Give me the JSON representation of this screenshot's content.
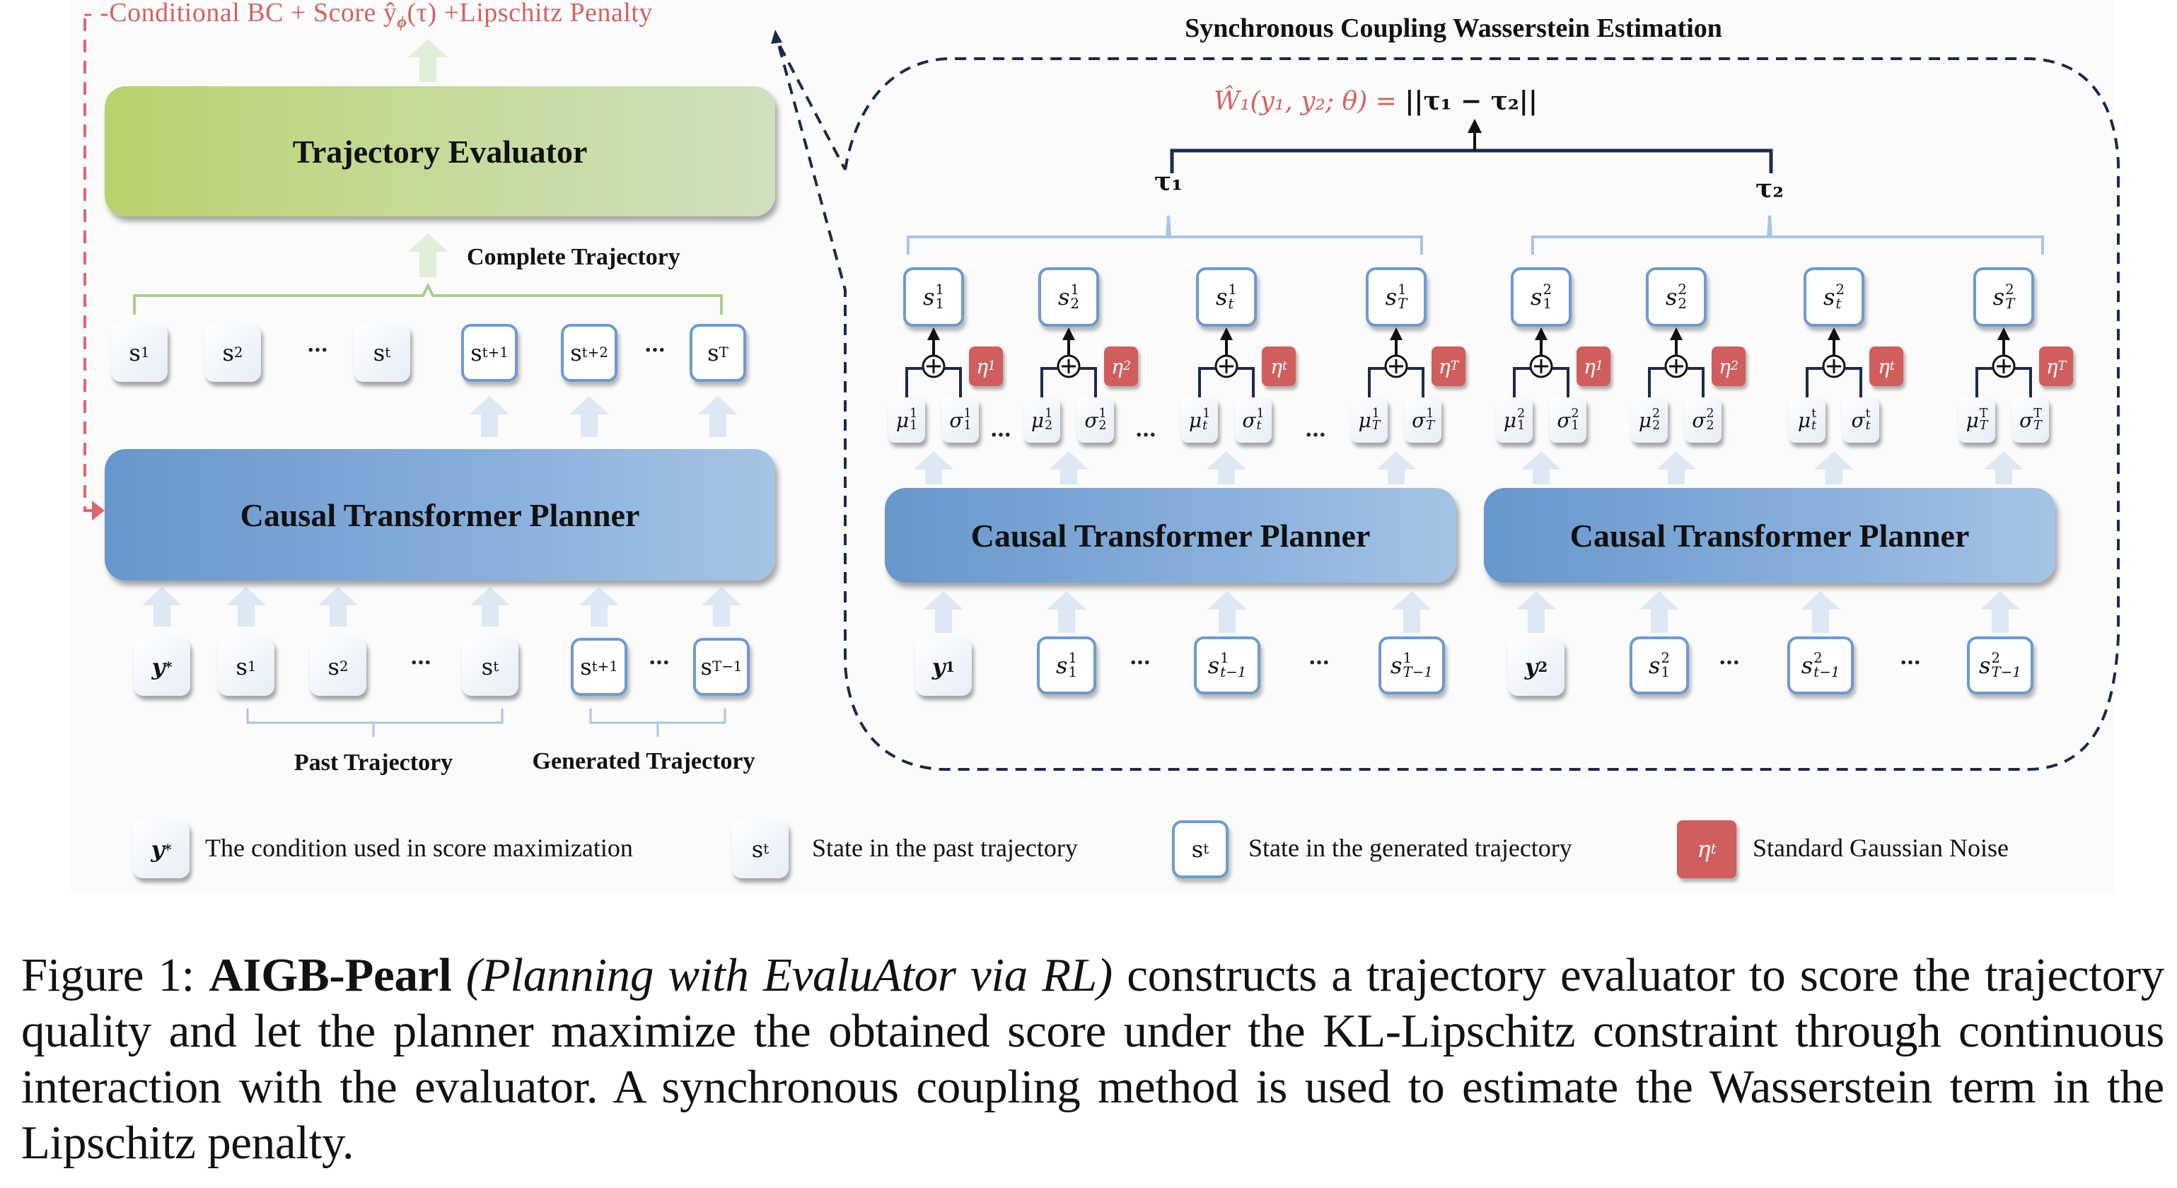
{
  "left_panel": {
    "top_label": "- -Conditional BC + Score ŷ",
    "top_label_sub": "ϕ",
    "top_label_tail": "(τ) +Lipschitz Penalty",
    "evaluator_label": "Trajectory Evaluator",
    "complete_trajectory_label": "Complete Trajectory",
    "planner_label": "Causal Transformer Planner",
    "output_states": [
      {
        "base": "s",
        "sub": "1",
        "kind": "past"
      },
      {
        "base": "s",
        "sub": "2",
        "kind": "past"
      },
      {
        "base": "…",
        "sub": "",
        "kind": "dots"
      },
      {
        "base": "s",
        "sub": "t",
        "kind": "past"
      },
      {
        "base": "s",
        "sub": "t+1",
        "kind": "generated"
      },
      {
        "base": "s",
        "sub": "t+2",
        "kind": "generated"
      },
      {
        "base": "…",
        "sub": "",
        "kind": "dots"
      },
      {
        "base": "s",
        "sub": "T",
        "kind": "generated"
      }
    ],
    "input_states": [
      {
        "base": "y",
        "sup": "*",
        "kind": "condition"
      },
      {
        "base": "s",
        "sub": "1",
        "kind": "past"
      },
      {
        "base": "s",
        "sub": "2",
        "kind": "past"
      },
      {
        "base": "…",
        "kind": "dots"
      },
      {
        "base": "s",
        "sub": "t",
        "kind": "past"
      },
      {
        "base": "s",
        "sub": "t+1",
        "kind": "generated"
      },
      {
        "base": "…",
        "kind": "dots"
      },
      {
        "base": "s",
        "sub": "T−1",
        "kind": "generated"
      }
    ],
    "past_trajectory_label": "Past Trajectory",
    "generated_trajectory_label": "Generated Trajectory"
  },
  "right_panel": {
    "title": "Synchronous Coupling Wasserstein Estimation",
    "formula_lhs": "Ŵ₁(y₁, y₂; θ) =",
    "formula_rhs": "||τ₁ − τ₂||",
    "tau1": "τ₁",
    "tau2": "τ₂",
    "planner_label": "Causal Transformer Planner",
    "trajectories": [
      {
        "outputs": [
          {
            "s": [
              "1",
              "1"
            ],
            "eta": "1",
            "mu": [
              "1",
              "1"
            ],
            "sigma": [
              "1",
              "1"
            ]
          },
          {
            "s": [
              "2",
              "1"
            ],
            "eta": "2",
            "mu": [
              "2",
              "1"
            ],
            "sigma": [
              "2",
              "1"
            ]
          },
          {
            "s": [
              "t",
              "1"
            ],
            "eta": "t",
            "mu": [
              "t",
              "1"
            ],
            "sigma": [
              "t",
              "1"
            ]
          },
          {
            "s": [
              "T",
              "1"
            ],
            "eta": "T",
            "mu": [
              "T",
              "1"
            ],
            "sigma": [
              "T",
              "1"
            ]
          }
        ],
        "condition": {
          "base": "y",
          "sub": "1"
        },
        "inputs": [
          [
            "1",
            "1"
          ],
          [
            "t−1",
            "1"
          ],
          [
            "T−1",
            "1"
          ]
        ],
        "show_dots": true
      },
      {
        "outputs": [
          {
            "s": [
              "1",
              "2"
            ],
            "eta": "1",
            "mu": [
              "1",
              "2"
            ],
            "sigma": [
              "1",
              "2"
            ]
          },
          {
            "s": [
              "2",
              "2"
            ],
            "eta": "2",
            "mu": [
              "2",
              "2"
            ],
            "sigma": [
              "2",
              "2"
            ]
          },
          {
            "s": [
              "t",
              "2"
            ],
            "eta": "t",
            "mu": [
              "t",
              "t"
            ],
            "sigma": [
              "t",
              "t"
            ]
          },
          {
            "s": [
              "T",
              "2"
            ],
            "eta": "T",
            "mu": [
              "T",
              "T"
            ],
            "sigma": [
              "T",
              "T"
            ]
          }
        ],
        "condition": {
          "base": "y",
          "sub": "2"
        },
        "inputs": [
          [
            "1",
            "2"
          ],
          [
            "t−1",
            "2"
          ],
          [
            "T−1",
            "2"
          ]
        ],
        "show_dots": false
      }
    ]
  },
  "legend": [
    {
      "symbol_base": "y",
      "symbol_sup": "*",
      "style": "condition",
      "text": "The condition used in score maximization"
    },
    {
      "symbol_base": "s",
      "symbol_sub": "t",
      "style": "past",
      "text": "State in the past trajectory"
    },
    {
      "symbol_base": "s",
      "symbol_sub": "t",
      "style": "generated",
      "text": "State in the generated trajectory"
    },
    {
      "symbol_base": "η",
      "symbol_sub": "t",
      "style": "noise",
      "text": "Standard Gaussian Noise"
    }
  ],
  "caption": {
    "prefix": "Figure 1: ",
    "bold": "AIGB-Pearl",
    "italic": "(Planning with EvaluAtor via RL)",
    "text": " constructs a trajectory evaluator to score the trajectory quality and let the planner maximize the obtained score under the KL-Lipschitz constraint through continuous interaction with the evaluator. A synchronous coupling method is used to estimate the Wasserstein term in the Lipschitz penalty."
  },
  "colors": {
    "red_accent": "#cf6461",
    "noise_box": "#cf5e5c",
    "evaluator_green": "#b9d26c",
    "planner_blue": "#6797cb",
    "generated_border": "#6b9bd2",
    "dashed_frame": "#1b2a4a",
    "arrow_light_blue": "#dde8f4",
    "arrow_light_green": "#e1efd9"
  }
}
